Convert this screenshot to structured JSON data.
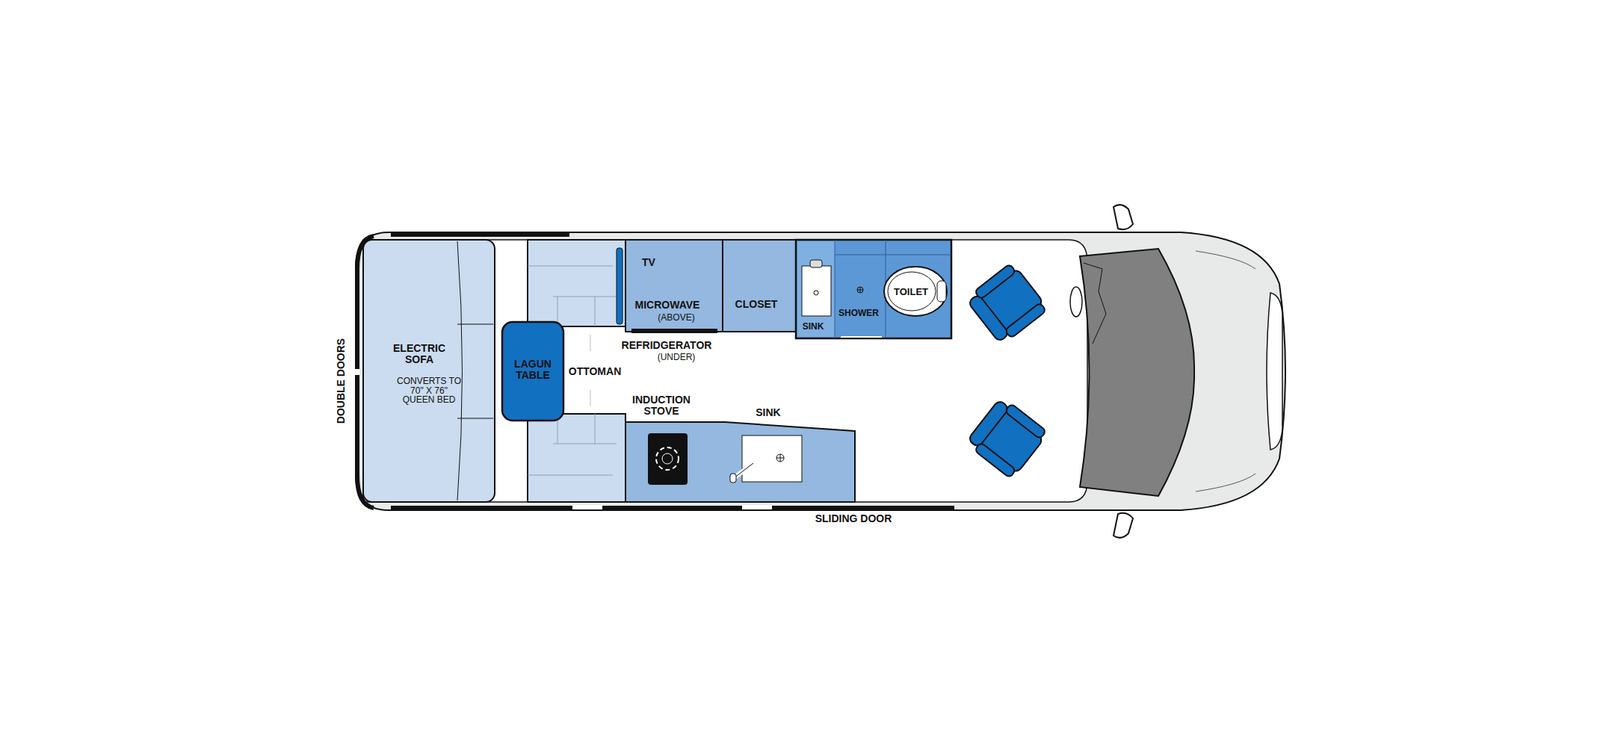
{
  "diagram": {
    "nodes": [
      {
        "text": [
          "ELECTRIC SOFA",
          "CONVERTS TO 70\" X 76\" QUEEN BED"
        ]
      },
      {
        "text": [
          "LAGUN TABLE"
        ]
      },
      {
        "text": [
          "TV",
          "MICROWAVE",
          "(ABOVE)"
        ]
      },
      {
        "text": [
          "CLOSET"
        ]
      },
      {
        "text": [
          "SINK"
        ]
      },
      {
        "text": [
          "SHOWER"
        ]
      },
      {
        "text": [
          "TOILET"
        ]
      },
      {
        "text": [
          "INDUCTION STOVE",
          "SINK"
        ]
      }
    ],
    "labels": [
      "DOUBLE DOORS",
      "OTTOMAN",
      "REFRIDGERATOR",
      "(UNDER)",
      "SLIDING DOOR"
    ]
  }
}
